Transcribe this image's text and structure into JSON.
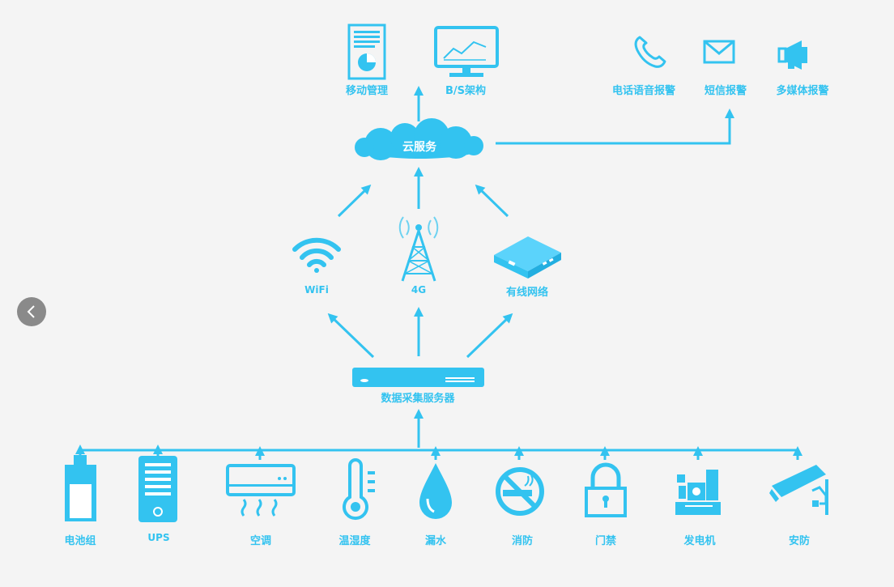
{
  "top": {
    "mobile_mgmt": "移动管理",
    "bs_arch": "B/S架构",
    "phone_alarm": "电话语音报警",
    "sms_alarm": "短信报警",
    "multimedia_alarm": "多媒体报警"
  },
  "cloud": {
    "label": "云服务"
  },
  "network": {
    "wifi": "WiFi",
    "g4": "4G",
    "wired": "有线网络"
  },
  "server": {
    "label": "数据采集服务器"
  },
  "devices": [
    {
      "label": "电池组",
      "icon": "battery-icon"
    },
    {
      "label": "UPS",
      "icon": "ups-icon"
    },
    {
      "label": "空调",
      "icon": "air-conditioner-icon"
    },
    {
      "label": "温湿度",
      "icon": "thermometer-icon"
    },
    {
      "label": "漏水",
      "icon": "water-drop-icon"
    },
    {
      "label": "消防",
      "icon": "no-smoking-icon"
    },
    {
      "label": "门禁",
      "icon": "lock-icon"
    },
    {
      "label": "发电机",
      "icon": "generator-icon"
    },
    {
      "label": "安防",
      "icon": "security-camera-icon"
    }
  ],
  "colors": {
    "accent": "#33c3f0",
    "background": "#f4f4f4",
    "nav_button": "#8a8a8a"
  }
}
